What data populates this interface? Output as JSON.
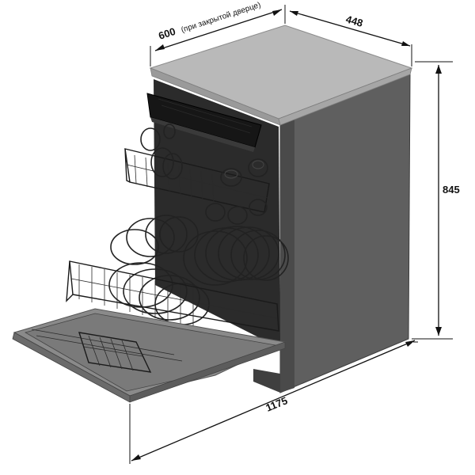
{
  "dimensions": {
    "depth_closed": {
      "value": "600",
      "note": "(при закрытой дверце)"
    },
    "width": {
      "value": "448"
    },
    "height": {
      "value": "845"
    },
    "depth_open": {
      "value": "1175"
    }
  },
  "colors": {
    "body_side": "#5f5f5f",
    "body_side_dark": "#4a4a4a",
    "top_panel": "#b9b9b9",
    "top_panel_edge": "#9a9a9a",
    "interior": "#2b2b2b",
    "door_panel": "#8a8a8a",
    "door_edge": "#6b6b6b",
    "plate": "#f2f2f2",
    "dimension_line": "#111111"
  }
}
